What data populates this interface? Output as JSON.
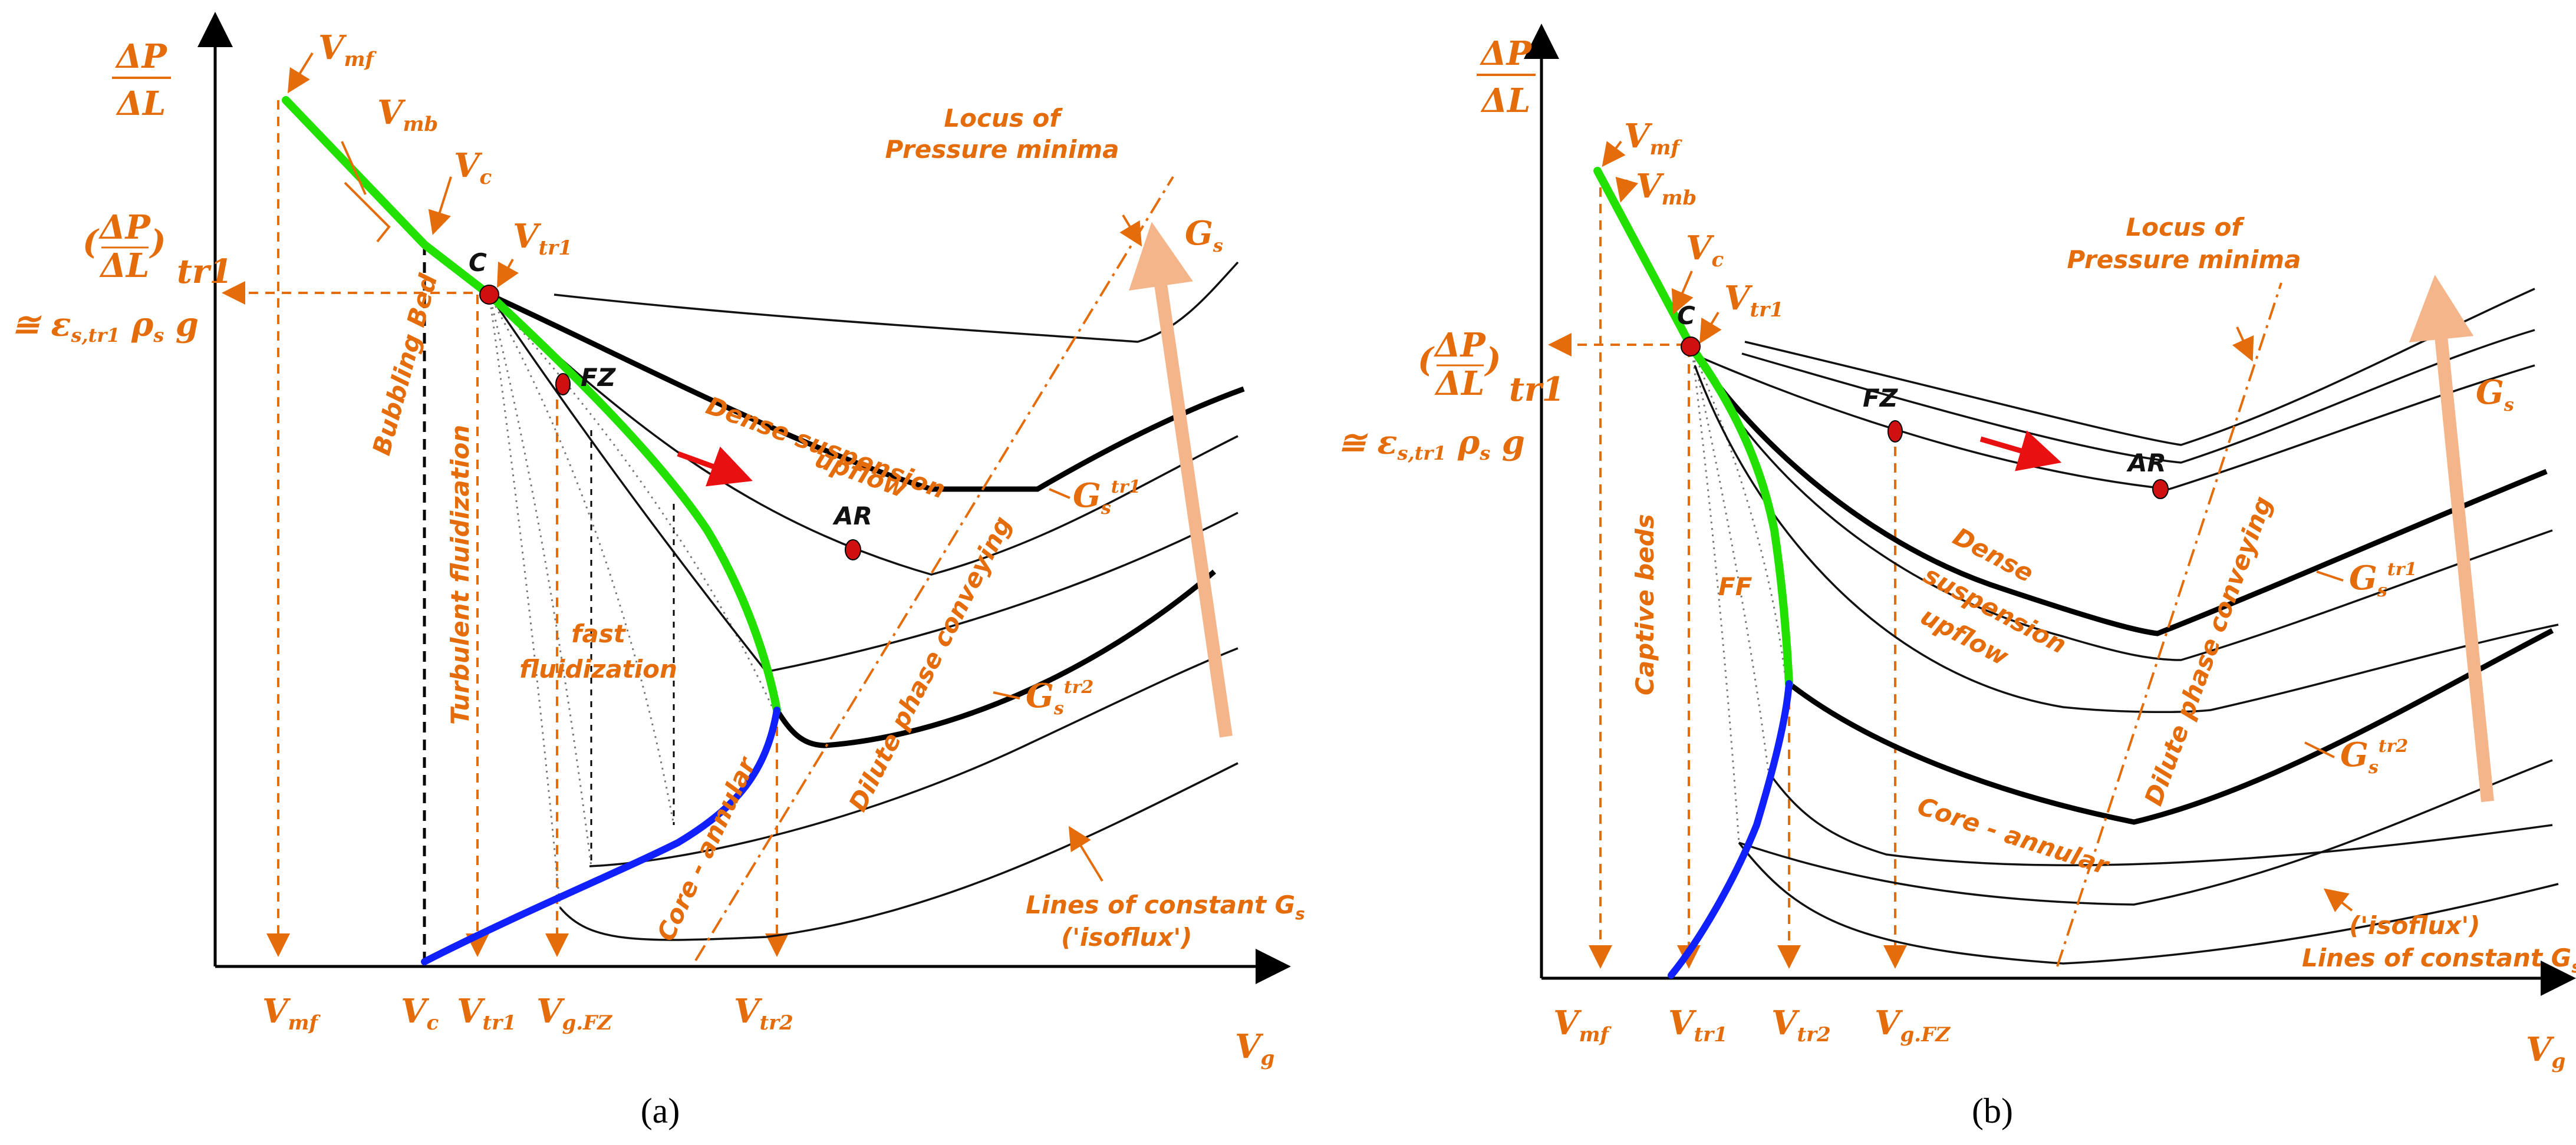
{
  "panel_a": {
    "caption": "(a)",
    "y_axis_label": "ΔP/ΔL",
    "x_axis_label": "Vg",
    "y_tick": "(ΔP/ΔL)tr1",
    "y_tick_approx": "≅ εs,tr1 ρs g",
    "x_ticks": [
      "Vmf",
      "Vc",
      "Vtr1",
      "Vg,FZ",
      "Vtr2"
    ],
    "top_labels": [
      "Vmf",
      "Vmb",
      "Vc",
      "Vtr1"
    ],
    "point_labels": [
      "C",
      "FZ",
      "AR"
    ],
    "regions": [
      "Bubbling Bed",
      "Turbulent fluidization",
      "fast fluidization",
      "Dense suspension upflow",
      "Core - annular",
      "Dilute phase conveying"
    ],
    "locus_label": [
      "Locus of",
      "Pressure minima"
    ],
    "curve_labels": [
      "Gs",
      "Gs tr1",
      "Gs tr2"
    ],
    "isoflux_label": [
      "Lines of constant Gs",
      "('isoflux')"
    ]
  },
  "panel_b": {
    "caption": "(b)",
    "y_axis_label": "ΔP/ΔL",
    "x_axis_label": "Vg",
    "y_tick": "(ΔP/ΔL)tr1",
    "y_tick_approx": "≅ εs,tr1 ρs g",
    "x_ticks": [
      "Vmf",
      "Vtr1",
      "Vtr2",
      "Vg,FZ"
    ],
    "top_labels": [
      "Vmf",
      "Vmb",
      "Vc",
      "Vtr1"
    ],
    "point_labels": [
      "C",
      "FZ",
      "AR"
    ],
    "regions": [
      "Captive beds",
      "FF",
      "Dense suspension upflow",
      "Core - annular",
      "Dilute phase conveying"
    ],
    "locus_label": [
      "Locus of",
      "Pressure minima"
    ],
    "curve_labels": [
      "Gs",
      "Gs tr1",
      "Gs tr2"
    ],
    "isoflux_label": [
      "('isoflux')",
      "Lines of constant Gs"
    ]
  },
  "colors": {
    "label": "#e46c0a",
    "green_boundary": "#22e000",
    "blue_boundary": "#1020ff",
    "point": "#d01010",
    "arrow_red": "#e81010",
    "gs_arrow": "#f5b58a"
  }
}
